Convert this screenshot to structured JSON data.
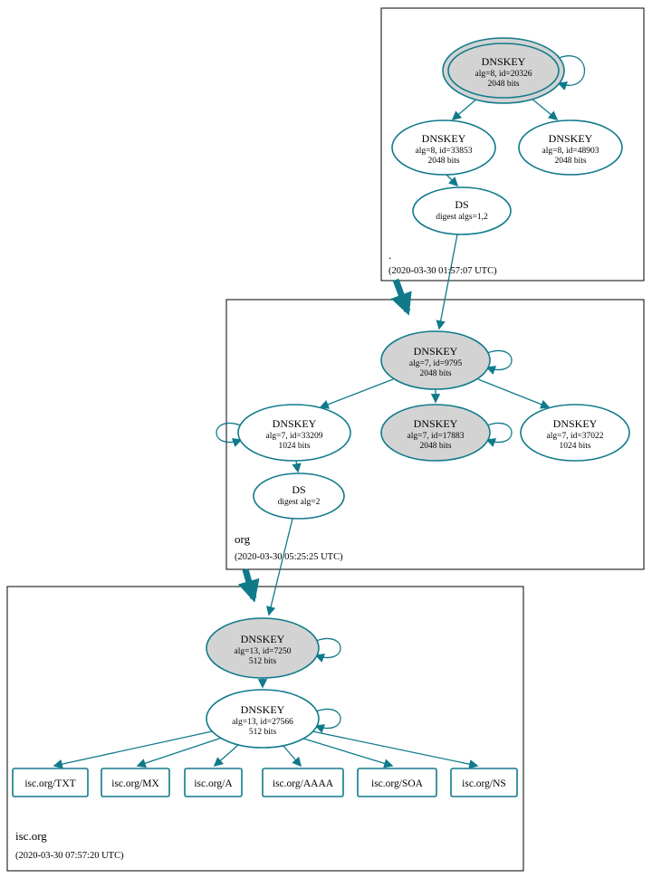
{
  "diagram": {
    "kind": "dnssec-authentication-chain"
  },
  "colors": {
    "edge_teal": "#107a8b",
    "ksk_fill": "#d3d3d3",
    "node_fill": "#ffffff",
    "box_border": "#000000",
    "text": "#000000"
  },
  "zones": {
    "root": {
      "name": ".",
      "timestamp": "(2020-03-30 01:57:07 UTC)",
      "ksk": {
        "type": "DNSKEY",
        "detail": "alg=8, id=20326",
        "bits": "2048 bits"
      },
      "zsk1": {
        "type": "DNSKEY",
        "detail": "alg=8, id=33853",
        "bits": "2048 bits"
      },
      "zsk2": {
        "type": "DNSKEY",
        "detail": "alg=8, id=48903",
        "bits": "2048 bits"
      },
      "ds": {
        "type": "DS",
        "detail": "digest algs=1,2"
      }
    },
    "org": {
      "name": "org",
      "timestamp": "(2020-03-30 05:25:25 UTC)",
      "ksk": {
        "type": "DNSKEY",
        "detail": "alg=7, id=9795",
        "bits": "2048 bits"
      },
      "zsk1": {
        "type": "DNSKEY",
        "detail": "alg=7, id=33209",
        "bits": "1024 bits"
      },
      "ksk2": {
        "type": "DNSKEY",
        "detail": "alg=7, id=17883",
        "bits": "2048 bits"
      },
      "zsk2": {
        "type": "DNSKEY",
        "detail": "alg=7, id=37022",
        "bits": "1024 bits"
      },
      "ds": {
        "type": "DS",
        "detail": "digest alg=2"
      }
    },
    "isc": {
      "name": "isc.org",
      "timestamp": "(2020-03-30 07:57:20 UTC)",
      "ksk": {
        "type": "DNSKEY",
        "detail": "alg=13, id=7250",
        "bits": "512 bits"
      },
      "zsk": {
        "type": "DNSKEY",
        "detail": "alg=13, id=27566",
        "bits": "512 bits"
      },
      "rrsets": [
        "isc.org/TXT",
        "isc.org/MX",
        "isc.org/A",
        "isc.org/AAAA",
        "isc.org/SOA",
        "isc.org/NS"
      ]
    }
  }
}
